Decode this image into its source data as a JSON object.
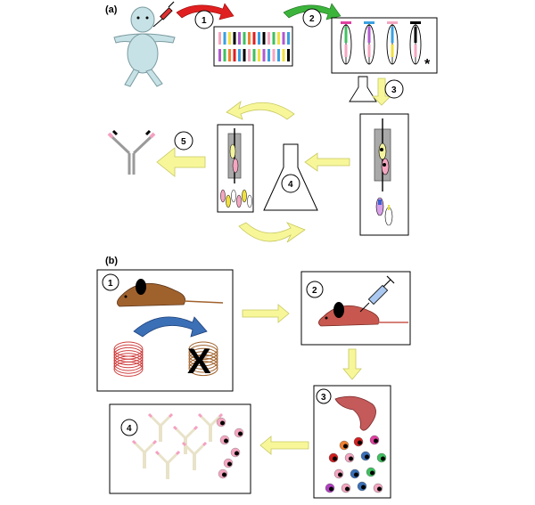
{
  "panels": {
    "a": {
      "label": "(a)"
    },
    "b": {
      "label": "(b)"
    }
  },
  "steps_a": [
    "1",
    "2",
    "3",
    "4",
    "5"
  ],
  "steps_b": [
    "1",
    "2",
    "3",
    "4"
  ],
  "marks": {
    "star": "*",
    "knockout": "X"
  },
  "colors": {
    "yellow_arrow": "#f7f79a",
    "red_arrow": "#e02020",
    "green_arrow": "#3cb43c",
    "blue_arrow": "#3b6fb6",
    "mouse_brown": "#a0622d",
    "mouse_red": "#c8584f",
    "spleen": "#c45a5a",
    "person": "#c7e2e6"
  }
}
